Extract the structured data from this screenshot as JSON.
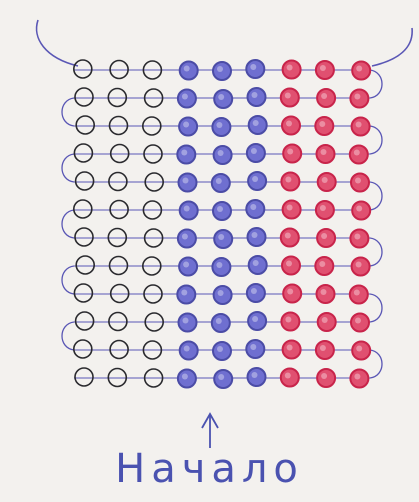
{
  "drawing": {
    "caption": "Начало",
    "grid": {
      "rows": 12,
      "columns": 9,
      "color_sequence": [
        "black",
        "black",
        "black",
        "blue",
        "blue",
        "blue",
        "red",
        "red",
        "red"
      ]
    },
    "colors": {
      "paper": "#f3f1ee",
      "black_bead": "#2a2a2e",
      "blue_bead": "#4b4ca6",
      "blue_bead_fill": "#6f6fd0",
      "red_bead": "#c8244a",
      "red_bead_fill": "#e05070",
      "thread": "#5a57b5",
      "ink": "#4a52b0"
    },
    "arrow_icon": "arrow-up-icon"
  }
}
